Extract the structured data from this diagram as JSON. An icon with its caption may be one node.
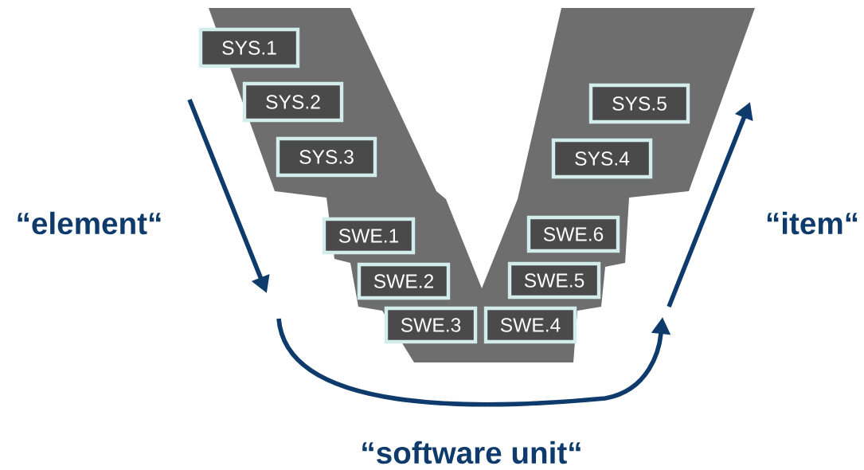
{
  "diagram": {
    "nodes": [
      {
        "text": [
          "SYS.1"
        ]
      },
      {
        "text": [
          "SYS.2"
        ]
      },
      {
        "text": [
          "SYS.5"
        ]
      },
      {
        "text": [
          "SYS.3"
        ]
      },
      {
        "text": [
          "SYS.4"
        ]
      },
      {
        "text": [
          "SWE.1"
        ]
      },
      {
        "text": [
          "SWE.6"
        ]
      },
      {
        "text": [
          "SWE.2"
        ]
      },
      {
        "text": [
          "SWE.5"
        ]
      },
      {
        "text": [
          "SWE.3"
        ]
      },
      {
        "text": [
          "SWE.4"
        ]
      }
    ],
    "labels": [
      "“element“",
      "“item“",
      "“software unit“"
    ]
  }
}
